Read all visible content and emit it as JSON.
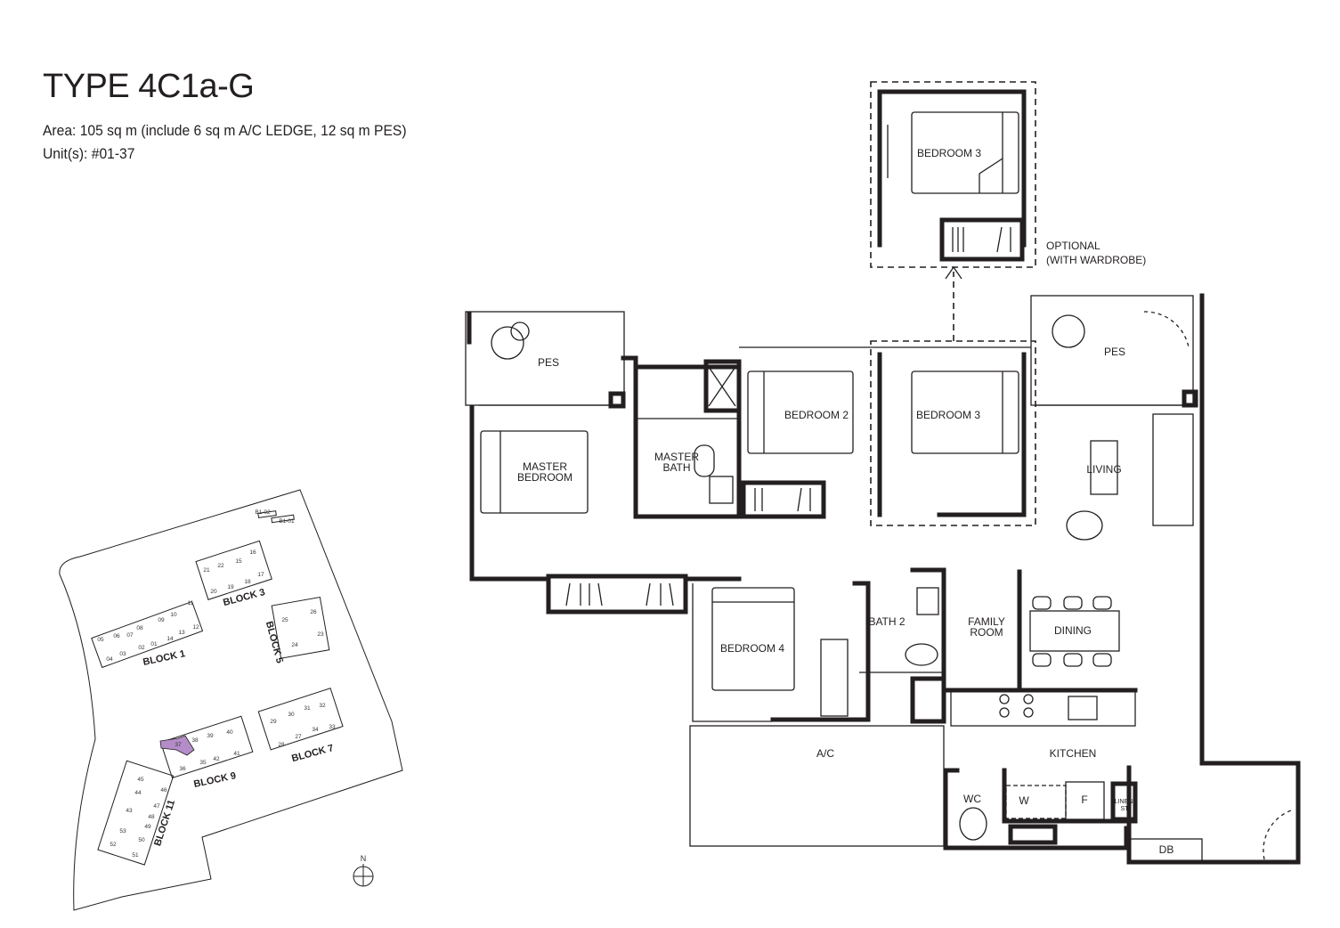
{
  "header": {
    "title": "TYPE 4C1a-G",
    "area": "Area:  105 sq m (include 6 sq m A/C LEDGE, 12 sq m PES)",
    "units": "Unit(s):  #01-37"
  },
  "rooms": {
    "pes_left": "PES",
    "master_bedroom_1": "MASTER",
    "master_bedroom_2": "BEDROOM",
    "master_bath_1": "MASTER",
    "master_bath_2": "BATH",
    "bedroom2": "BEDROOM 2",
    "bedroom3": "BEDROOM 3",
    "bedroom3_optional": "BEDROOM 3",
    "optional_1": "OPTIONAL",
    "optional_2": "(WITH WARDROBE)",
    "pes_right": "PES",
    "living": "LIVING",
    "bedroom4": "BEDROOM 4",
    "bath2": "BATH 2",
    "family_1": "FAMILY",
    "family_2": "ROOM",
    "dining": "DINING",
    "ac": "A/C",
    "kitchen": "KITCHEN",
    "wc": "WC",
    "washer": "W",
    "fridge": "F",
    "linen_1": "LINEN/",
    "linen_2": "ST",
    "db": "DB"
  },
  "site_plan": {
    "highlight_color": "#b48cc8",
    "highlighted_unit": "37",
    "blocks": [
      "BLOCK 1",
      "BLOCK 3",
      "BLOCK 5",
      "BLOCK 7",
      "BLOCK 9",
      "BLOCK 11"
    ],
    "labels_top": [
      "B1-02",
      "B1-01"
    ],
    "units": [
      "01",
      "02",
      "03",
      "04",
      "05",
      "06",
      "07",
      "08",
      "09",
      "10",
      "11",
      "12",
      "13",
      "14",
      "15",
      "16",
      "17",
      "18",
      "19",
      "20",
      "21",
      "22",
      "23",
      "24",
      "25",
      "26",
      "27",
      "28",
      "29",
      "30",
      "31",
      "32",
      "33",
      "34",
      "35",
      "36",
      "37",
      "38",
      "39",
      "40",
      "41",
      "42",
      "43",
      "44",
      "45",
      "46",
      "47",
      "48",
      "49",
      "50",
      "51",
      "52",
      "53"
    ],
    "north": "N"
  }
}
